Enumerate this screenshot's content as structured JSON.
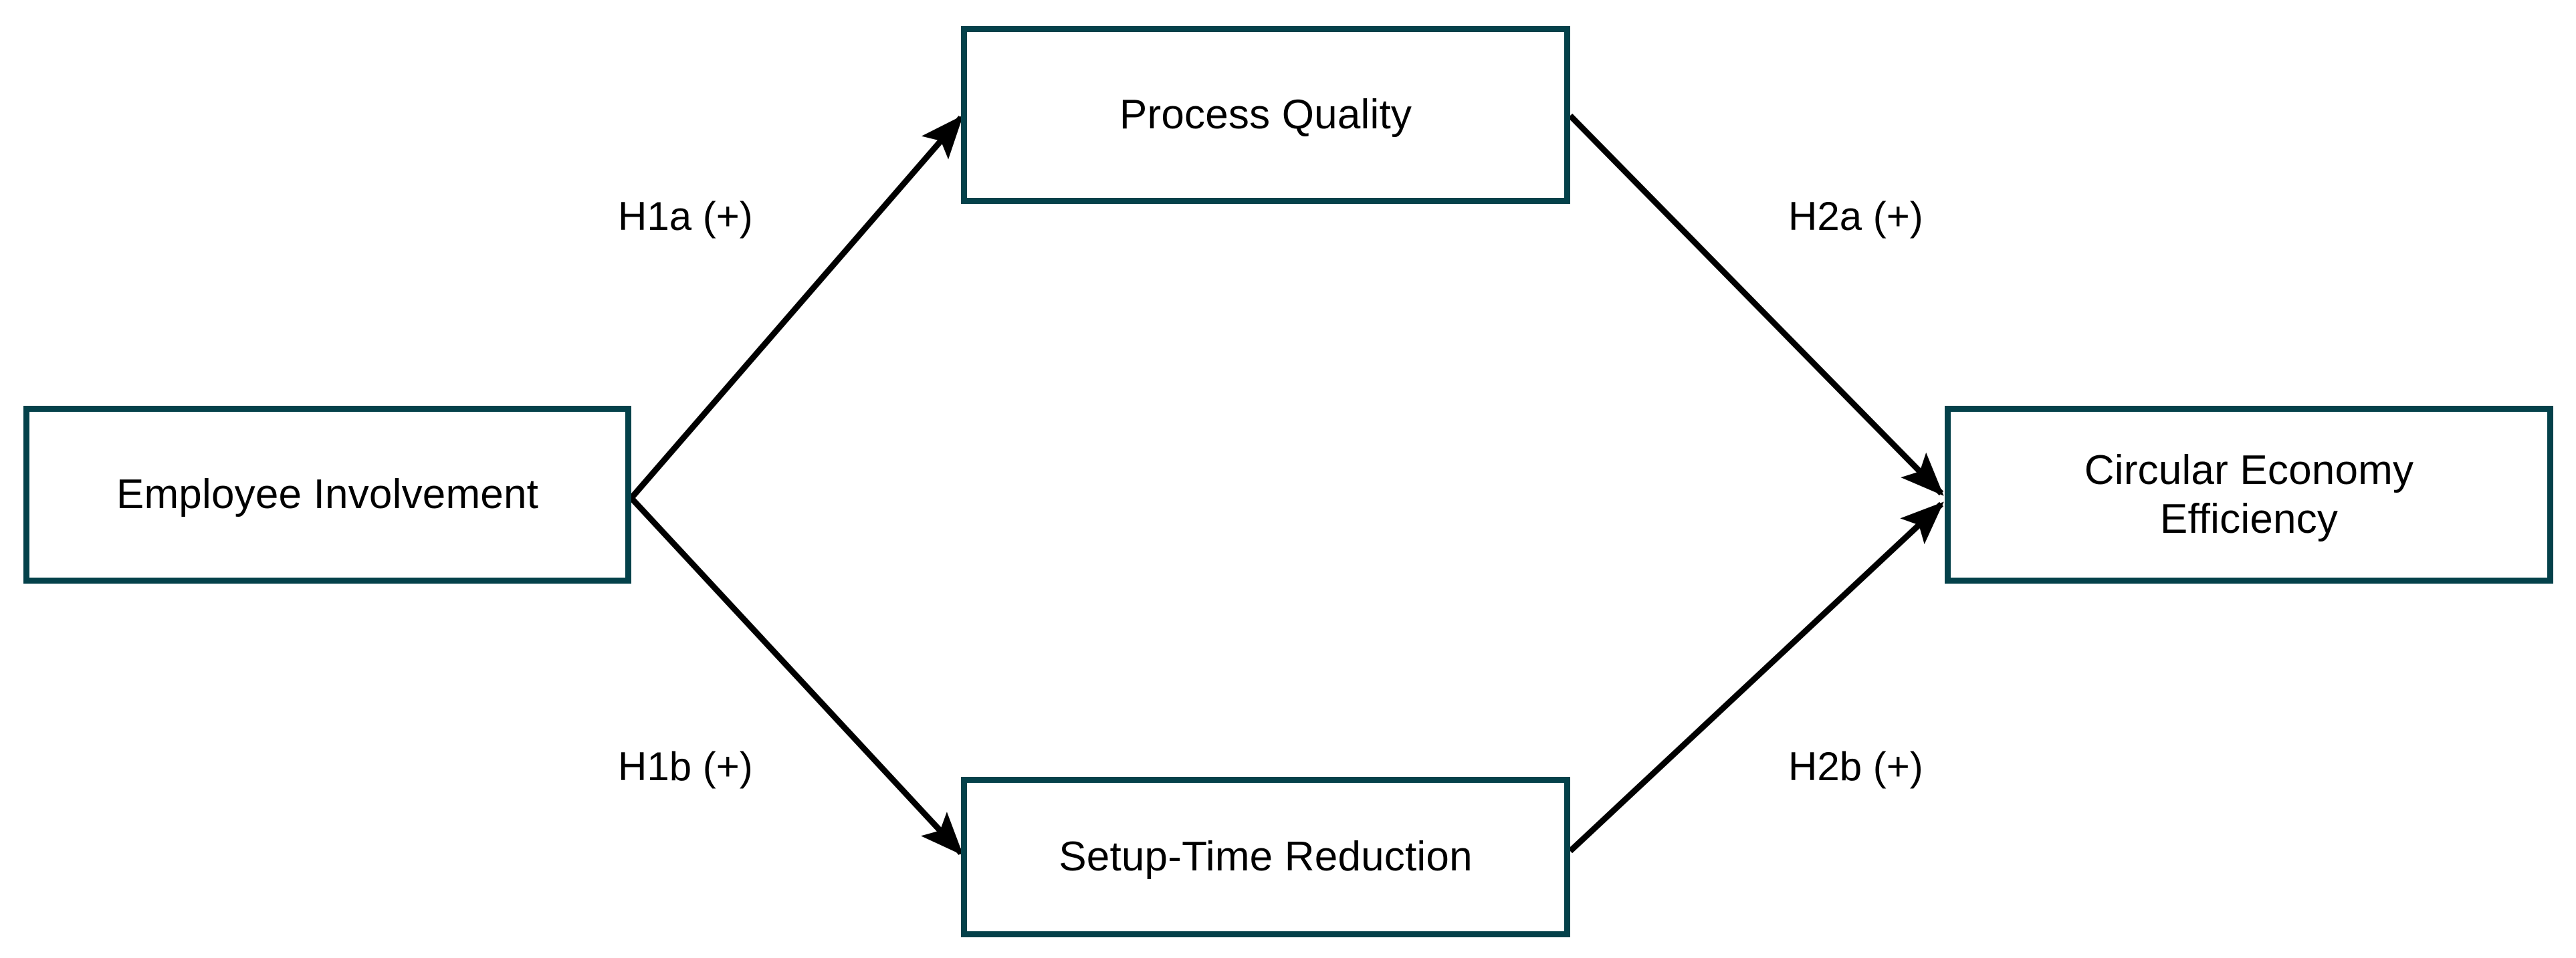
{
  "diagram": {
    "type": "conceptual-research-model",
    "background_color": "#ffffff",
    "node_border_color": "#04414a",
    "node_fill_color": "#ffffff",
    "edge_color": "#000000",
    "text_color": "#000000",
    "nodes": [
      {
        "id": "employee-involvement",
        "label": "Employee Involvement",
        "role": "independent-variable"
      },
      {
        "id": "process-quality",
        "label": "Process Quality",
        "role": "mediator"
      },
      {
        "id": "setup-time-reduction",
        "label": "Setup-Time Reduction",
        "role": "mediator"
      },
      {
        "id": "circular-economy-efficiency",
        "label": "Circular Economy\nEfficiency",
        "role": "dependent-variable"
      }
    ],
    "edges": [
      {
        "id": "h1a",
        "label": "H1a (+)",
        "from": "employee-involvement",
        "to": "process-quality",
        "sign": "+"
      },
      {
        "id": "h1b",
        "label": "H1b (+)",
        "from": "employee-involvement",
        "to": "setup-time-reduction",
        "sign": "+"
      },
      {
        "id": "h2a",
        "label": "H2a (+)",
        "from": "process-quality",
        "to": "circular-economy-efficiency",
        "sign": "+"
      },
      {
        "id": "h2b",
        "label": "H2b (+)",
        "from": "setup-time-reduction",
        "to": "circular-economy-efficiency",
        "sign": "+"
      }
    ]
  }
}
